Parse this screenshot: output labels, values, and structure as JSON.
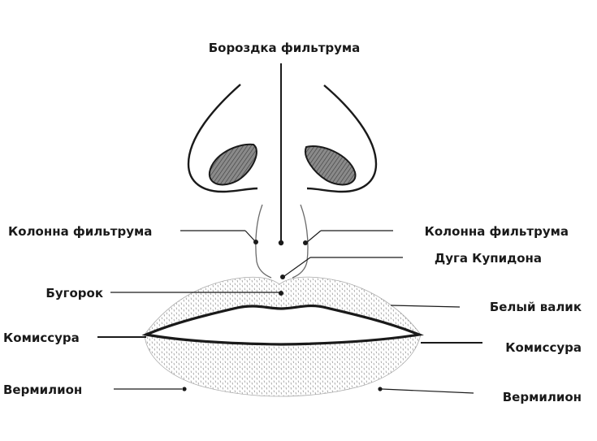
{
  "diagram": {
    "labels": {
      "philtrum_groove": "Бороздка фильтрума",
      "philtrum_column_left": "Колонна фильтрума",
      "philtrum_column_right": "Колонна фильтрума",
      "cupids_bow": "Дуга Купидона",
      "tubercle": "Бугорок",
      "white_roll": "Белый валик",
      "commissure_left": "Комиссура",
      "commissure_right": "Комиссура",
      "vermilion_left": "Вермилион",
      "vermilion_right": "Вермилион"
    },
    "colors": {
      "ink": "#1a1a1a",
      "nostril_fill": "#7a7a7a",
      "lip_stipple": "#8c8c8c"
    }
  }
}
